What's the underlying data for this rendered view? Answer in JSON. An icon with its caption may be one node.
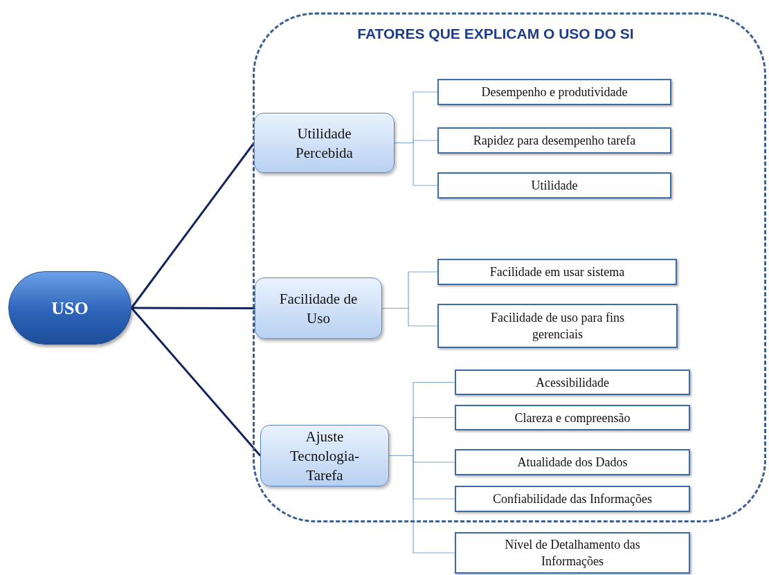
{
  "diagram": {
    "nodes": [
      {
        "text": [
          "FATORES QUE EXPLICAM O USO DO SI"
        ]
      },
      {
        "text": [
          "USO"
        ]
      },
      {
        "text": [
          "Utilidade Percebida"
        ],
        "in": 0
      },
      {
        "text": [
          "Desempenho e produtividade"
        ],
        "in": 0
      },
      {
        "text": [
          "Rapidez para desempenho tarefa"
        ],
        "in": 0
      },
      {
        "text": [
          "Utilidade"
        ],
        "in": 0
      },
      {
        "text": [
          "Facilidade de Uso"
        ],
        "in": 0
      },
      {
        "text": [
          "Facilidade em usar sistema"
        ],
        "in": 0
      },
      {
        "text": [
          "Facilidade de uso para fins gerenciais"
        ],
        "in": 0
      },
      {
        "text": [
          "Ajuste Tecnologia-Tarefa"
        ],
        "in": 0
      },
      {
        "text": [
          "Acessibilidade"
        ],
        "in": 0
      },
      {
        "text": [
          "Clareza e compreensão"
        ],
        "in": 0
      },
      {
        "text": [
          "Atualidade dos Dados"
        ],
        "in": 0
      },
      {
        "text": [
          "Confiabilidade das Informações"
        ],
        "in": 0
      },
      {
        "text": [
          "Nível de Detalhamento das Informações"
        ]
      }
    ],
    "edges": [
      {
        "from": 1,
        "to": 2,
        "arrow": "none",
        "style": "thick",
        "color": "#13235e"
      },
      {
        "from": 1,
        "to": 6,
        "arrow": "none",
        "style": "thick",
        "color": "#13235e"
      },
      {
        "from": 1,
        "to": 9,
        "arrow": "none",
        "style": "thick",
        "color": "#13235e"
      },
      {
        "from": 2,
        "to": 3,
        "arrow": "none"
      },
      {
        "from": 2,
        "to": 4,
        "arrow": "none"
      },
      {
        "from": 2,
        "to": 5,
        "arrow": "none"
      },
      {
        "from": 6,
        "to": 7,
        "arrow": "none"
      },
      {
        "from": 6,
        "to": 8,
        "arrow": "none"
      },
      {
        "from": 9,
        "to": 10,
        "arrow": "none"
      },
      {
        "from": 9,
        "to": 11,
        "arrow": "none"
      },
      {
        "from": 9,
        "to": 12,
        "arrow": "none"
      },
      {
        "from": 9,
        "to": 13,
        "arrow": "none"
      },
      {
        "from": 9,
        "to": 14,
        "arrow": "none"
      }
    ]
  }
}
